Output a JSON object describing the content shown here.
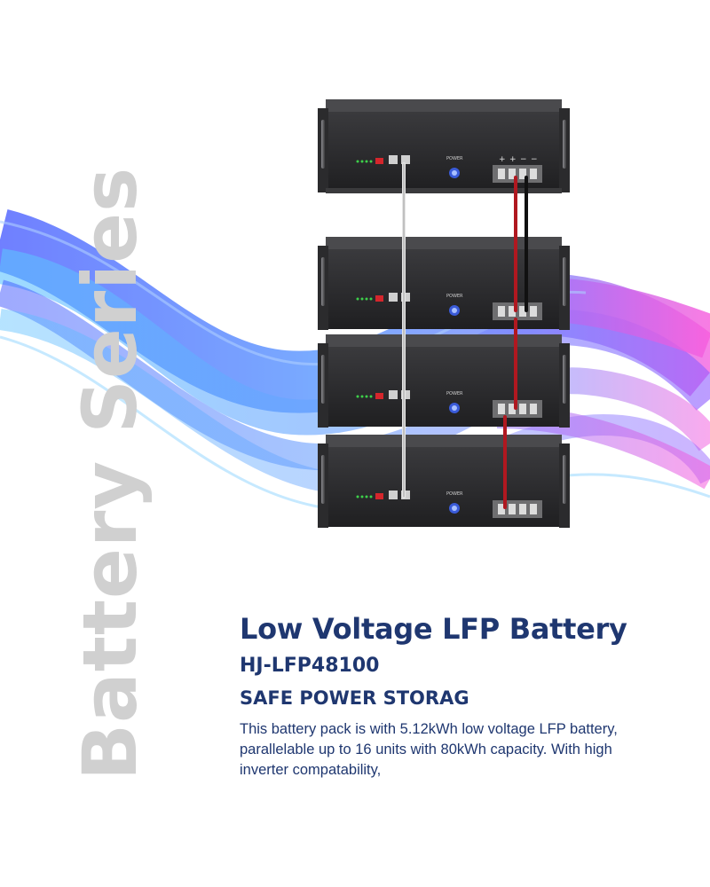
{
  "side_title": "Battery Series",
  "product": {
    "headline": "Low Voltage LFP Battery",
    "model": "HJ-LFP48100",
    "tagline": "SAFE POWER STORAG",
    "description": "This battery pack is with 5.12kWh low voltage LFP battery, parallelable up to 16 units with 80kWh capacity. With high inverter compatability,"
  },
  "battery_panel": {
    "power_label": "POWER",
    "terminal_labels": [
      "+",
      "+",
      "−",
      "−"
    ]
  },
  "colors": {
    "title": "#1f3770",
    "side_title": "#d0d0d0",
    "battery_body": "#2a2a2c",
    "wave_blue": "#2a3cf5",
    "wave_cyan": "#3fb7ff",
    "wave_magenta": "#f53fd6"
  }
}
